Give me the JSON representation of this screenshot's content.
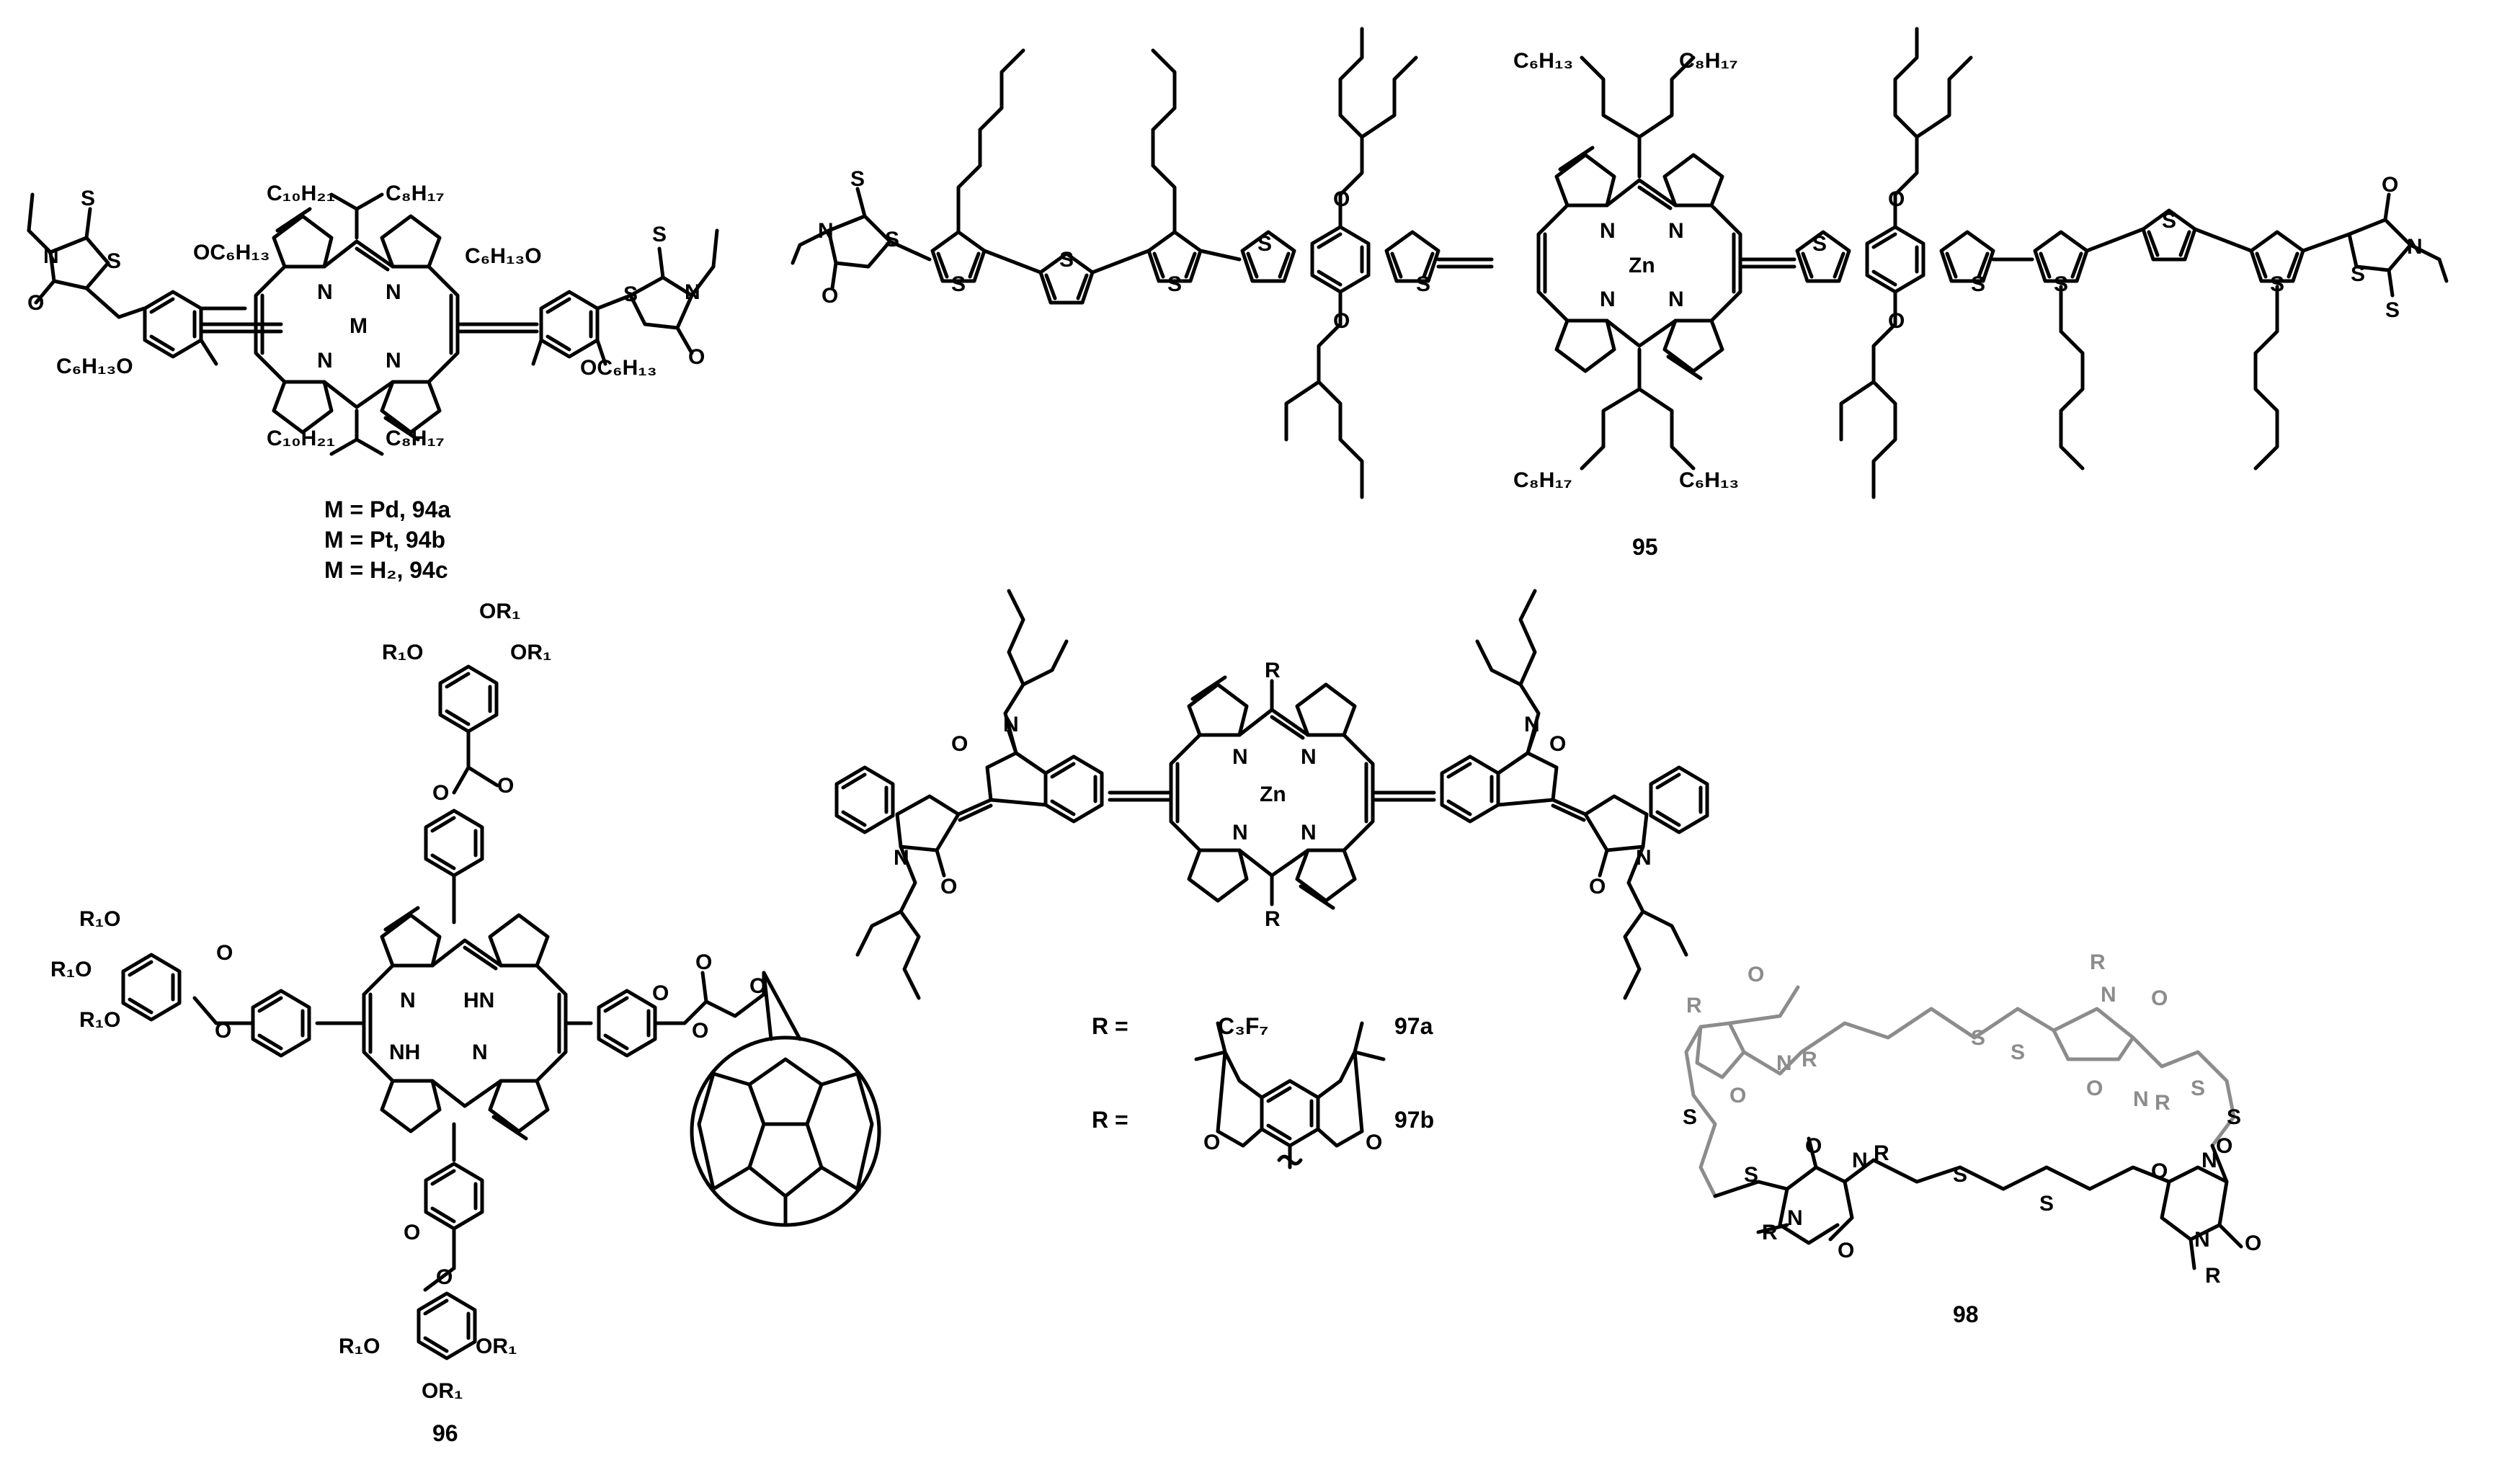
{
  "compounds": {
    "c94": {
      "id_lines": [
        "M = Pd, 94a",
        "M = Pt,  94b",
        "M = H₂,  94c"
      ],
      "labels": {
        "metal": "M",
        "n": "N",
        "s": "S",
        "o": "O",
        "r_top_left": "C₁₀H₂₁",
        "r_top_right": "C₈H₁₇",
        "r_bot_left": "C₁₀H₂₁",
        "r_bot_right": "C₈H₁₇",
        "oc6_top_left": "OC₆H₁₃",
        "c6o_bot_left": "C₆H₁₃O",
        "c6o_top_right": "C₆H₁₃O",
        "oc6_bot_right": "OC₆H₁₃"
      }
    },
    "c95": {
      "id": "95",
      "labels": {
        "zn": "Zn",
        "n": "N",
        "s": "S",
        "o": "O",
        "r_top_left": "C₆H₁₃",
        "r_top_right": "C₈H₁₇",
        "r_bot_left": "C₈H₁₇",
        "r_bot_right": "C₆H₁₃"
      }
    },
    "c96": {
      "id": "96",
      "labels": {
        "or1": "OR₁",
        "r1o": "R₁O",
        "o": "O",
        "n": "N",
        "hn": "HN",
        "nh": "NH"
      }
    },
    "c97": {
      "r_label": "R",
      "zn": "Zn",
      "n": "N",
      "o": "O",
      "variants": [
        {
          "prefix": "R =",
          "group": "C₃F₇",
          "id": "97a"
        },
        {
          "prefix": "R =",
          "group": "",
          "id": "97b"
        }
      ]
    },
    "c98": {
      "id": "98",
      "labels": {
        "r": "R",
        "n": "N",
        "o": "O",
        "s": "S"
      }
    }
  }
}
